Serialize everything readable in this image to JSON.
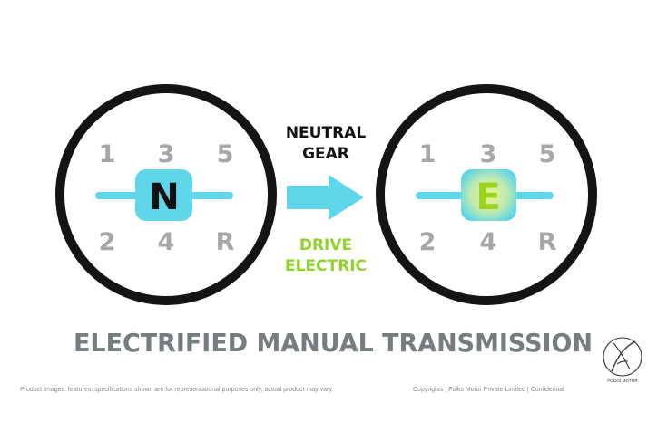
{
  "colors": {
    "ring": "#141414",
    "gear_numbers": "#a7a7a7",
    "shift_bar": "#5fd6ea",
    "neutral_knob": "#5fd6ea",
    "neutral_letter": "#111111",
    "electric_knob_center": "#eaf48a",
    "electric_knob_edge": "#58d4e8",
    "electric_letter": "#9ad41c",
    "arrow": "#5fd6ea",
    "neutral_text": "#111111",
    "drive_text": "#8fd32a",
    "title": "#767d80",
    "footer": "#8a8a8a"
  },
  "left_gear": {
    "top_numbers": [
      "1",
      "3",
      "5"
    ],
    "bottom_numbers": [
      "2",
      "4",
      "R"
    ],
    "knob_letter": "N"
  },
  "right_gear": {
    "top_numbers": [
      "1",
      "3",
      "5"
    ],
    "bottom_numbers": [
      "2",
      "4",
      "R"
    ],
    "knob_letter": "E"
  },
  "center": {
    "label_top_line1": "NEUTRAL",
    "label_top_line2": "GEAR",
    "label_bottom_line1": "DRIVE",
    "label_bottom_line2": "ELECTRIC",
    "arrow_icon": "right-arrow-icon"
  },
  "title": "ELECTRIFIED MANUAL TRANSMISSION",
  "footer": {
    "disclaimer": "Product Images, features, specifications shown are for representational purposes only, actual product may vary.",
    "copyright": "Copyrights | Folks Motor Private Limited | Confidential"
  },
  "logo": {
    "name": "FOLKS MOTOR",
    "icon": "folks-motor-logo-icon"
  }
}
